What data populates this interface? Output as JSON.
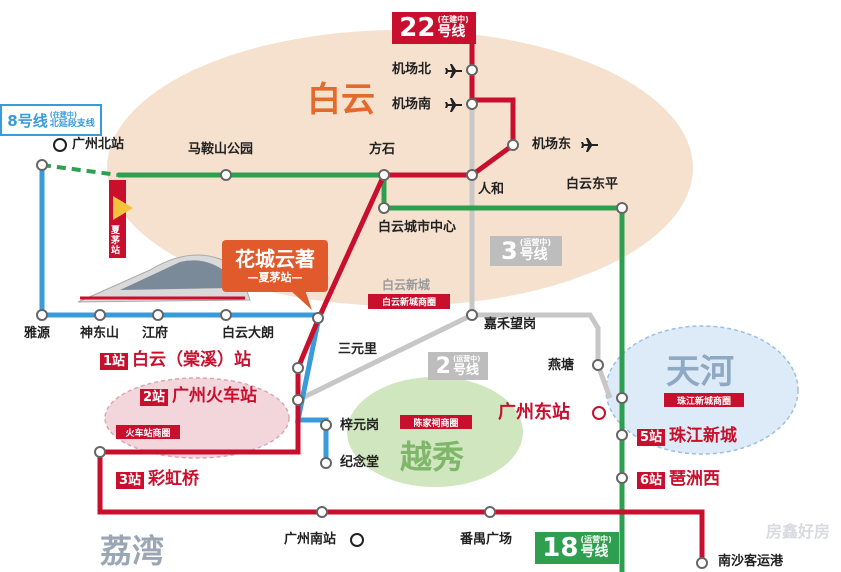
{
  "districts": {
    "baiyun": "白云",
    "tianhe": "天河",
    "yuexiu": "越秀",
    "liwan": "荔湾"
  },
  "lines": {
    "line22": {
      "number": "22",
      "suffix": "号线",
      "status": "(在建中)",
      "color": "#c8102e"
    },
    "line8": {
      "number": "8号线",
      "status": "(在建中)",
      "branch": "北延段支线",
      "color": "#3a9bd9"
    },
    "line3": {
      "number": "3",
      "suffix": "号线",
      "status": "(运营中)",
      "color": "#bdbdbd"
    },
    "line2": {
      "number": "2",
      "suffix": "号线",
      "status": "(运营中)",
      "color": "#bdbdbd"
    },
    "line18": {
      "number": "18",
      "suffix": "号线",
      "status": "(运营中)",
      "color": "#2e9e4f"
    }
  },
  "stations": {
    "jichangbei": "机场北",
    "jichangnan": "机场南",
    "jichangdong": "机场东",
    "guangzhoubei": "广州北站",
    "maanshan": "马鞍山公园",
    "fangshi": "方石",
    "renhe": "人和",
    "baiyundongping": "白云东平",
    "baiyuncity": "白云城市中心",
    "jiahewanggang": "嘉禾望岗",
    "yayuan": "雅源",
    "shendongshan": "神东山",
    "jiangfu": "江府",
    "baiyundalang": "白云大朗",
    "sanyuanli": "三元里",
    "yantang": "燕塘",
    "guangzhoudong": "广州东站",
    "ziyuangang": "梓元岗",
    "jiniantang": "纪念堂",
    "guangzhounan": "广州南站",
    "panyu": "番禺广场",
    "nansha": "南沙客运港"
  },
  "highlights": [
    {
      "num": "1站",
      "text": "白云（棠溪）站"
    },
    {
      "num": "2站",
      "text": "广州火车站"
    },
    {
      "num": "3站",
      "text": "彩虹桥"
    },
    {
      "num": "5站",
      "text": "珠江新城"
    },
    {
      "num": "6站",
      "text": "琶洲西"
    }
  ],
  "zones": {
    "baiyun_new_city": "白云新城",
    "baiyun_new_city_biz": "白云新城商圈",
    "train_station_biz": "火车站商圈",
    "chenjiaci_biz": "陈家祠商圈",
    "zhujiang_biz": "珠江新城商圈"
  },
  "project": {
    "name": "花城云著",
    "subtitle": "—夏茅站—",
    "marker": "夏茅站"
  },
  "watermark": "房鑫好房"
}
